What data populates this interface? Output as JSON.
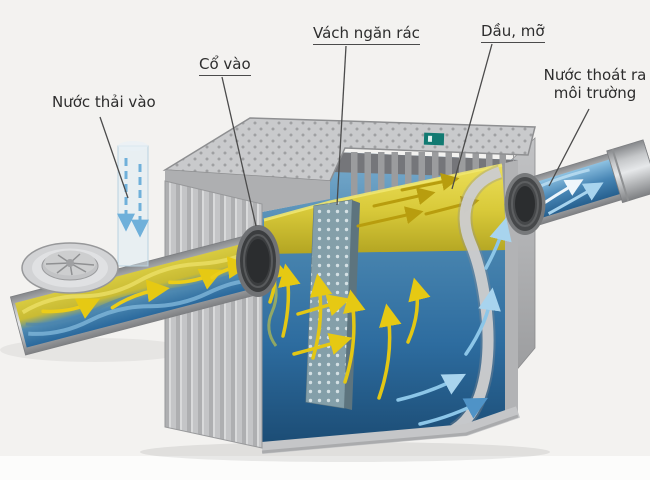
{
  "figure": {
    "type": "cutaway-diagram",
    "subject": "grease-trap-wastewater-interceptor",
    "labels": {
      "wastewater_in": "Nước thải vào",
      "inlet_neck": "Cổ vào",
      "trash_baffle": "Vách ngăn rác",
      "oil_grease": "Dầu, mỡ",
      "water_out_line1": "Nước thoát ra",
      "water_out_line2": "môi trường"
    },
    "colors": {
      "background": "#f3f2f0",
      "grease_yellow": "#d9ca3a",
      "water_blue": "#2a699d",
      "tank_gray": "#c9cacc",
      "collar_dark": "#2b2d2f",
      "brand_teal": "#117a72",
      "label_text": "#2d2d2d"
    }
  }
}
